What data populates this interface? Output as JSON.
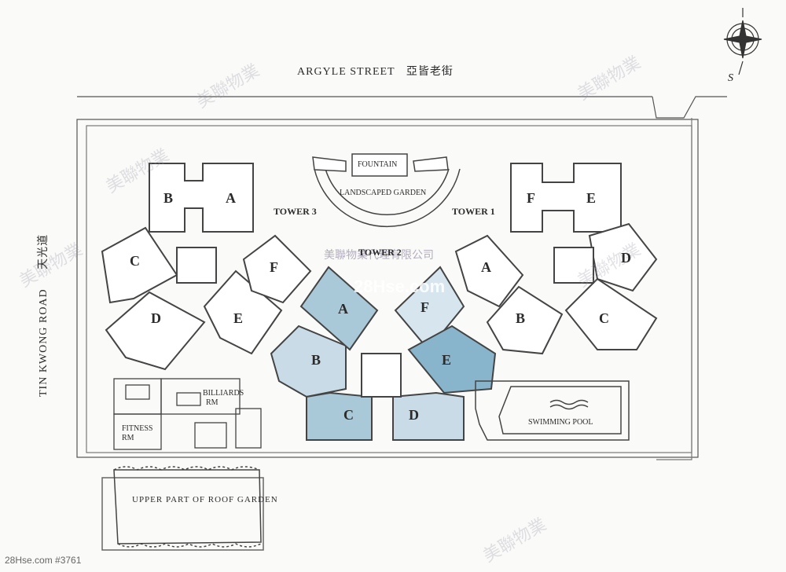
{
  "streets": {
    "north_en": "ARGYLE STREET",
    "north_zh": "亞皆老街",
    "west_en": "TIN KWONG ROAD",
    "west_zh": "天光道"
  },
  "compass": {
    "label": "S"
  },
  "towers": {
    "t1": "TOWER 1",
    "t2": "TOWER 2",
    "t3": "TOWER 3"
  },
  "units": {
    "t3": [
      "B",
      "A",
      "C",
      "F",
      "D",
      "E"
    ],
    "t2": [
      "A",
      "F",
      "B",
      "E",
      "C",
      "D"
    ],
    "t1": [
      "F",
      "E",
      "A",
      "D",
      "B",
      "C"
    ]
  },
  "facilities": {
    "fountain": "FOUNTAIN",
    "garden": "LANDSCAPED GARDEN",
    "billiards": [
      "BILLIARDS",
      "RM"
    ],
    "fitness": [
      "FITNESS",
      "RM"
    ],
    "pool": "SWIMMING POOL",
    "roof_garden": "UPPER PART OF ROOF GARDEN"
  },
  "watermark": {
    "company": "美聯物業代理有限公司",
    "site": "28Hse.com",
    "brand": "美聯物業"
  },
  "footer": "28Hse.com #3761"
}
